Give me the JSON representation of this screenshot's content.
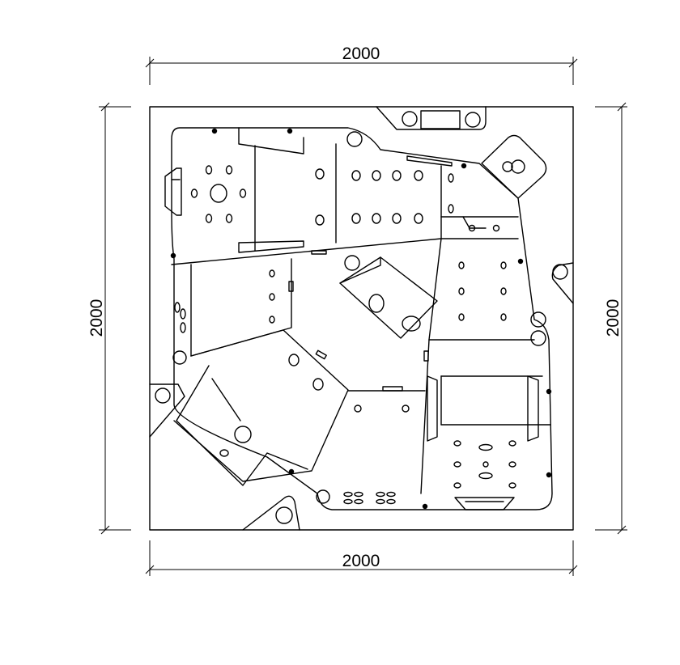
{
  "dimensions": {
    "top": "2000",
    "bottom": "2000",
    "left": "2000",
    "right": "2000"
  },
  "colors": {
    "line": "#000000",
    "background": "#ffffff"
  }
}
